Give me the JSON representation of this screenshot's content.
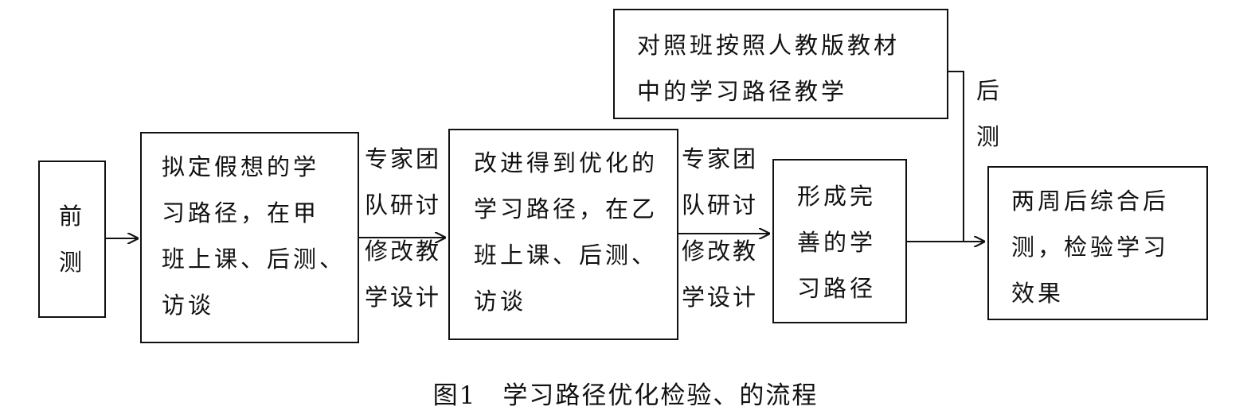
{
  "diagram": {
    "boxes": {
      "pretest": [
        "前",
        "测"
      ],
      "hypothesis": [
        "拟定假想的学",
        "习路径，在甲",
        "班上课、后测、",
        "访谈"
      ],
      "improve": [
        "改进得到优化的",
        "学习路径，在乙",
        "班上课、后测、",
        "访谈"
      ],
      "perfect": [
        "形成完",
        "善的学",
        "习路径"
      ],
      "control": [
        "对照班按照人教版教材",
        "中的学习路径教学"
      ],
      "final": [
        "两周后综合后",
        "测，检验学习",
        "效果"
      ]
    },
    "edge_labels": {
      "expert_revision_1": [
        "专家团",
        "队研讨",
        "修改教",
        "学设计"
      ],
      "expert_revision_2": [
        "专家团",
        "队研讨",
        "修改教",
        "学设计"
      ],
      "posttest": [
        "后",
        "测"
      ]
    },
    "line_color": "#111111"
  },
  "caption": "图1　学习路径优化检验、的流程"
}
